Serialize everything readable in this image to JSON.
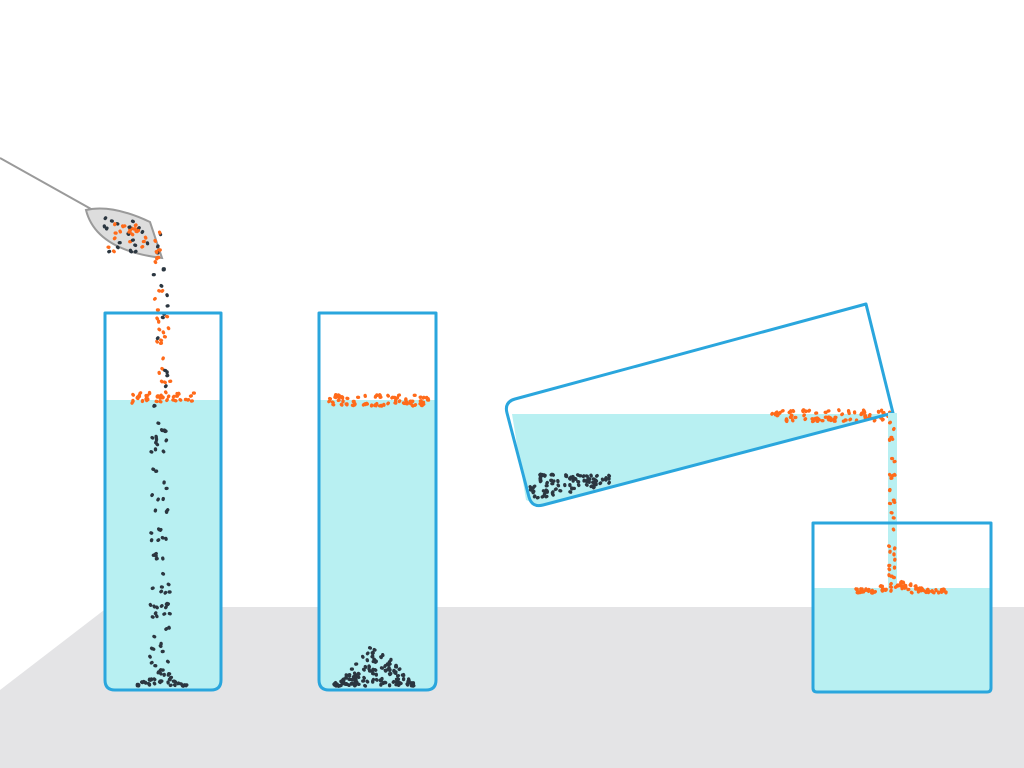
{
  "colors": {
    "background": "#ffffff",
    "table": "#e4e4e6",
    "water": "#b8f0f2",
    "glass_stroke": "#2aa6dd",
    "floating_particles": "#ff6a1a",
    "sinking_particles": "#2b3640",
    "spoon_fill": "#dddddd",
    "spoon_stroke": "#9a9a9a"
  },
  "scene": {
    "description_icons": [
      "spoon-icon",
      "tall-glass-icon",
      "tilted-beaker-icon",
      "short-beaker-icon"
    ],
    "steps": [
      {
        "name": "pour-mixture-into-water",
        "particles": [
          "floating",
          "sinking"
        ]
      },
      {
        "name": "separated-layers",
        "particles": [
          "floating",
          "sinking"
        ]
      },
      {
        "name": "decant-floating-layer",
        "particles": [
          "floating",
          "sinking"
        ]
      },
      {
        "name": "collected-floating-particles",
        "particles": [
          "floating"
        ]
      }
    ]
  }
}
